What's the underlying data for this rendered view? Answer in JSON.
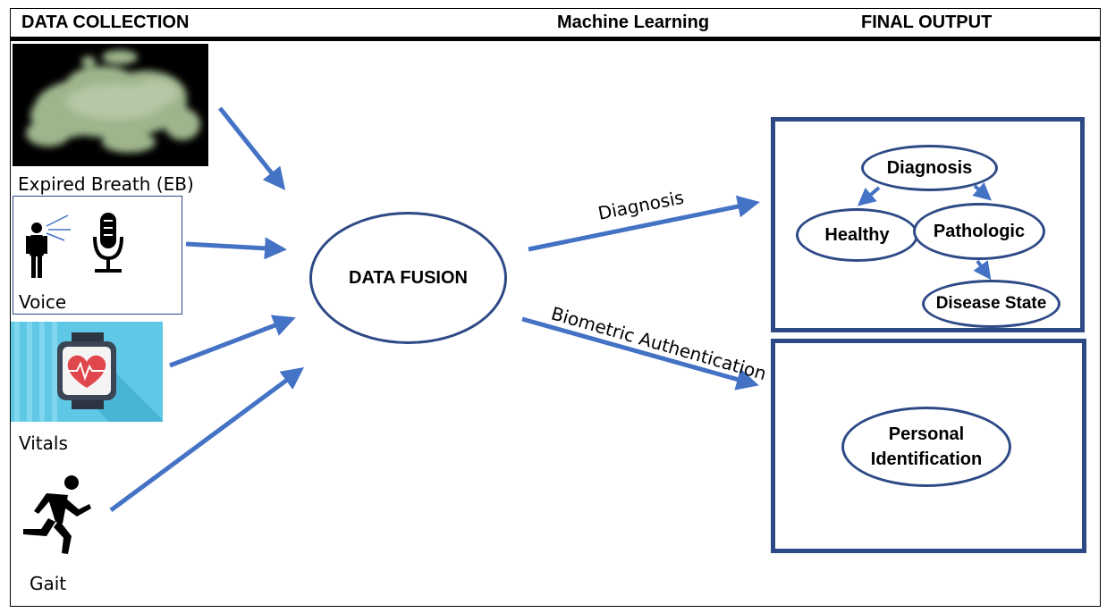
{
  "headers": {
    "data_collection": "DATA COLLECTION",
    "machine_learning": "Machine Learning",
    "final_output": "FINAL OUTPUT"
  },
  "sources": {
    "breath": "Expired Breath (EB)",
    "voice": "Voice",
    "vitals": "Vitals",
    "gait": "Gait"
  },
  "fusion": {
    "label": "DATA FUSION"
  },
  "edges": {
    "diagnosis": "Diagnosis",
    "biometric": "Biometric Authentication"
  },
  "diagnosis_tree": {
    "root": "Diagnosis",
    "healthy": "Healthy",
    "pathologic": "Pathologic",
    "disease_state": "Disease State"
  },
  "identification": {
    "line1": "Personal",
    "line2": "Identification"
  },
  "colors": {
    "arrow": "#4472c4",
    "node_border": "#2e4a86"
  }
}
